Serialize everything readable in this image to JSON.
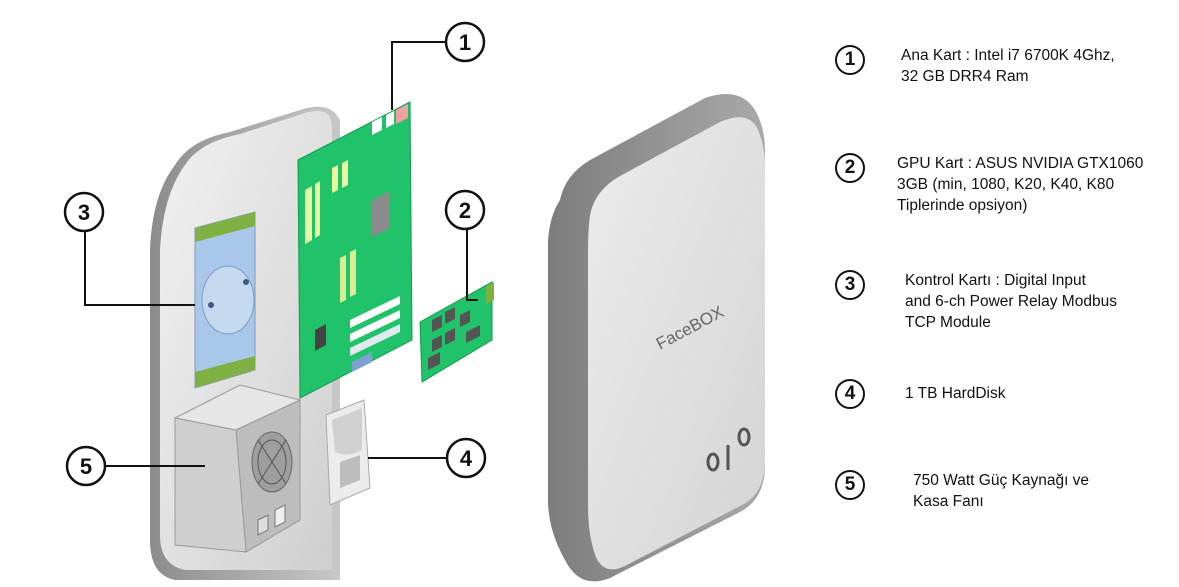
{
  "callouts": [
    {
      "num": "1"
    },
    {
      "num": "2"
    },
    {
      "num": "3"
    },
    {
      "num": "4"
    },
    {
      "num": "5"
    }
  ],
  "device": {
    "logo": "FaceBOX",
    "mark": "olo"
  },
  "legend": [
    {
      "num": "1",
      "text": "Ana Kart : Intel i7 6700K 4Ghz,\n32 GB DRR4 Ram"
    },
    {
      "num": "2",
      "text": "GPU Kart : ASUS NVIDIA GTX1060\n3GB  (min, 1080, K20, K40, K80\nTiplerinde opsiyon)"
    },
    {
      "num": "3",
      "text": "Kontrol Kartı : Digital Input\nand 6-ch Power Relay Modbus\nTCP Module"
    },
    {
      "num": "4",
      "text": "1 TB HardDisk"
    },
    {
      "num": "5",
      "text": "750 Watt Güç Kaynağı ve\nKasa Fanı"
    }
  ],
  "colors": {
    "pcb": "#21c36a",
    "hdd_blue": "#a9c7e8",
    "hdd_green": "#7fb043",
    "case_gray": "#d9d9d9",
    "psu_gray": "#cfcfcf"
  }
}
